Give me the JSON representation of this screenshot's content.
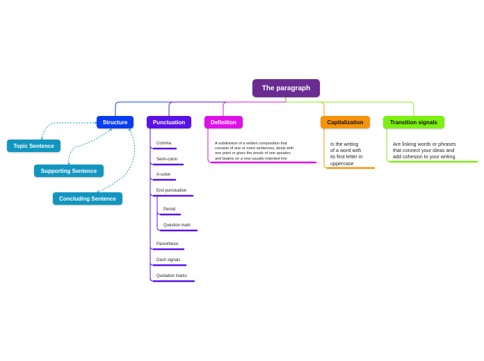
{
  "root": {
    "label": "The paragraph",
    "color": "#6a2c91"
  },
  "branches": {
    "structure": {
      "label": "Structure",
      "color": "#0a3cf0"
    },
    "punctuation": {
      "label": "Punctuation",
      "color": "#5a12e8"
    },
    "definition": {
      "label": "Definition",
      "color": "#e010e8"
    },
    "capitalization": {
      "label": "Capitalization",
      "color": "#f5940a"
    },
    "transition": {
      "label": "Transition signals",
      "color": "#7cf010"
    }
  },
  "structure_children": [
    {
      "label": "Topic Sentence"
    },
    {
      "label": "Supporting Sentence"
    },
    {
      "label": "Concluding Sentence"
    }
  ],
  "structure_child_color": "#1296c0",
  "punctuation_items": [
    {
      "label": "Comma"
    },
    {
      "label": "Semi-colon"
    },
    {
      "label": "A-colon"
    },
    {
      "label": "End punctuation"
    },
    {
      "label": "Period"
    },
    {
      "label": "Question mark"
    },
    {
      "label": "Parenthesis"
    },
    {
      "label": "Dash signals"
    },
    {
      "label": "Quotation marks"
    }
  ],
  "definition_text": [
    "A subdivision of a written composition that",
    "consists of one or more sentences, deals with",
    "one point or gives the words of one speaker,",
    "and begins on a new usually indented line"
  ],
  "capitalization_text": [
    "Is the writing",
    "of a word with",
    "its first letter in",
    "uppercase"
  ],
  "transition_text": [
    "Are linking words or phrases",
    "that connect your ideas and",
    "add cohesion to your writing."
  ]
}
